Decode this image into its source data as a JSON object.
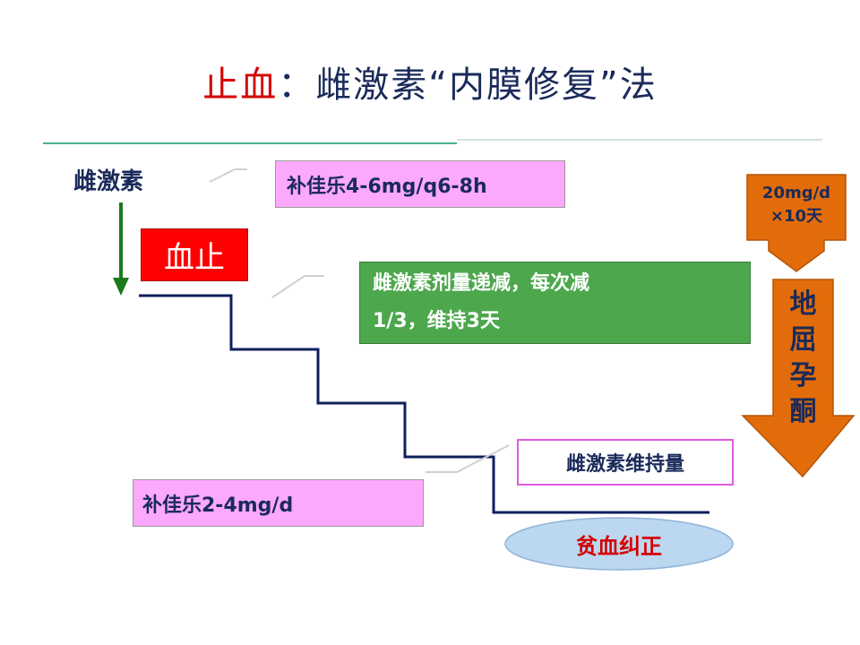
{
  "title": {
    "part_red": "止血",
    "part_rest": "：雌激素“内膜修复”法"
  },
  "labels": {
    "hormone": "雌激素",
    "stop_bleeding": "血止",
    "start_dose": "补佳乐4-6mg/q6-8h",
    "taper": [
      "雌激素剂量递减，每次减",
      "1/3，维持3天"
    ],
    "maintenance": "雌激素维持量",
    "low_dose": "补佳乐2-4mg/d",
    "anemia": "贫血纠正",
    "dydrogesterone_dose": [
      "20mg/d",
      "×10天"
    ],
    "dydrogesterone": [
      "地",
      "屈",
      "孕",
      "酮"
    ]
  },
  "colors": {
    "title_red": "#d40000",
    "title_dark": "#1a2a5a",
    "staircase": "#0d1f5c",
    "green_arrow": "#1a7a1a",
    "red_box": "#ff0000",
    "green_box": "#4da74d",
    "pink_box": "#fca8fc",
    "orange_arrow": "#e36c0a",
    "ellipse": "#bcd7f0"
  }
}
